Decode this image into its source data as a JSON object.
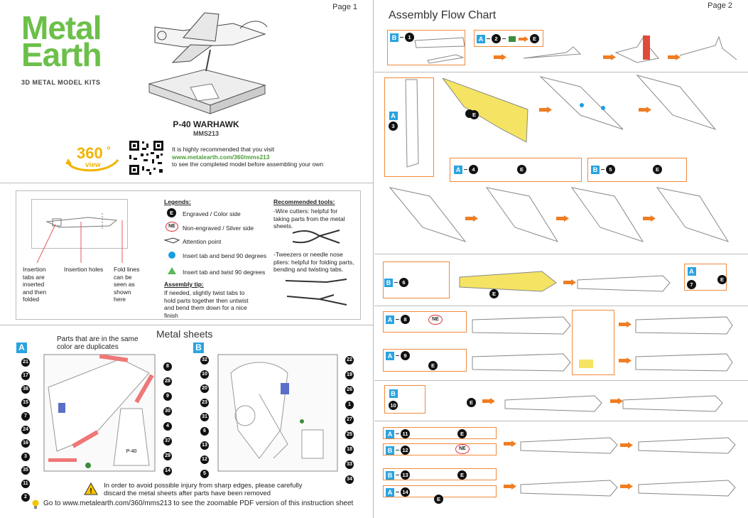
{
  "page1": {
    "page_label": "Page 1",
    "brand": {
      "line1": "Metal",
      "line2": "Earth",
      "tagline": "3D METAL MODEL KITS"
    },
    "model_name": "P-40 WARHAWK",
    "model_code": "MMS213",
    "view_360": {
      "number": "360",
      "degree": "°",
      "word": "view"
    },
    "visit": {
      "line1": "It is highly recommended that you visit",
      "url": "www.metalearth.com/360/mms213",
      "line3": "to see the completed model before assembling your own"
    },
    "tab_labels": {
      "insertion_tabs": "Insertion tabs are inserted and then folded",
      "insertion_holes": "Insertion holes",
      "fold_lines": "Fold lines can be seen as shown here"
    },
    "legend": {
      "title": "Legends:",
      "engraved": "Engraved / Color side",
      "engraved_badge": "E",
      "non_engraved": "Non-engraved / Silver side",
      "non_engraved_badge": "NE",
      "attention": "Attention point",
      "bend": "Insert tab and bend 90 degrees",
      "twist": "Insert tab and twist 90 degrees",
      "tip_title": "Assembly tip:",
      "tip_text": "If needed, slightly twist tabs to hold parts together then untwist and bend them down for a nice finish"
    },
    "tools": {
      "title": "Recommended tools:",
      "wire_cutters": "-Wire cutters: helpful for taking parts from the metal sheets.",
      "tweezers": "-Tweezers or needle nose pliers: helpful for folding parts, bending and twisting tabs."
    },
    "sheets": {
      "title": "Metal sheets",
      "duplicates_note": "Parts that are in the same color are duplicates",
      "sheet_a": "A",
      "sheet_b": "B",
      "a_left": [
        "21",
        "17",
        "38",
        "15",
        "7",
        "24",
        "16",
        "3",
        "35",
        "11",
        "2"
      ],
      "a_right": [
        "8",
        "28",
        "9",
        "30",
        "4",
        "37",
        "29",
        "14"
      ],
      "b_left": [
        "32",
        "10",
        "20",
        "23",
        "31",
        "6",
        "13",
        "12",
        "5"
      ],
      "b_right": [
        "22",
        "19",
        "26",
        "1",
        "27",
        "25",
        "18",
        "33",
        "34"
      ]
    },
    "warning": "In order to avoid possible injury from sharp edges, please carefully discard the metal sheets after parts have been removed",
    "footer": "Go to www.metalearth.com/360/mms213 to see the zoomable PDF version of this instruction sheet"
  },
  "page2": {
    "page_label": "Page 2",
    "title": "Assembly Flow Chart",
    "steps": [
      {
        "sheet": "B",
        "num": "1"
      },
      {
        "sheet": "A",
        "num": "2",
        "badge": "E"
      },
      {
        "sheet": "A",
        "num": "3",
        "badge": "E"
      },
      {
        "sheet": "A",
        "num": "4",
        "badge": "E"
      },
      {
        "sheet": "B",
        "num": "5",
        "badge": "E"
      },
      {
        "sheet": "B",
        "num": "6",
        "badge": "E"
      },
      {
        "sheet": "A",
        "num": "7",
        "badge": "E"
      },
      {
        "sheet": "A",
        "num": "8",
        "badge": "NE"
      },
      {
        "sheet": "A",
        "num": "9",
        "badge": "E"
      },
      {
        "sheet": "B",
        "num": "10",
        "badge": "E"
      },
      {
        "sheet": "A",
        "num": "11",
        "badge": "E"
      },
      {
        "sheet": "B",
        "num": "12",
        "badge": "NE"
      },
      {
        "sheet": "B",
        "num": "13",
        "badge": "E"
      },
      {
        "sheet": "A",
        "num": "14",
        "badge": "E"
      }
    ]
  },
  "colors": {
    "brand_green": "#6cc04a",
    "sheet_blue": "#2aa3e0",
    "arrow_orange": "#f07d22",
    "fuselage_yellow": "#f5e463"
  }
}
